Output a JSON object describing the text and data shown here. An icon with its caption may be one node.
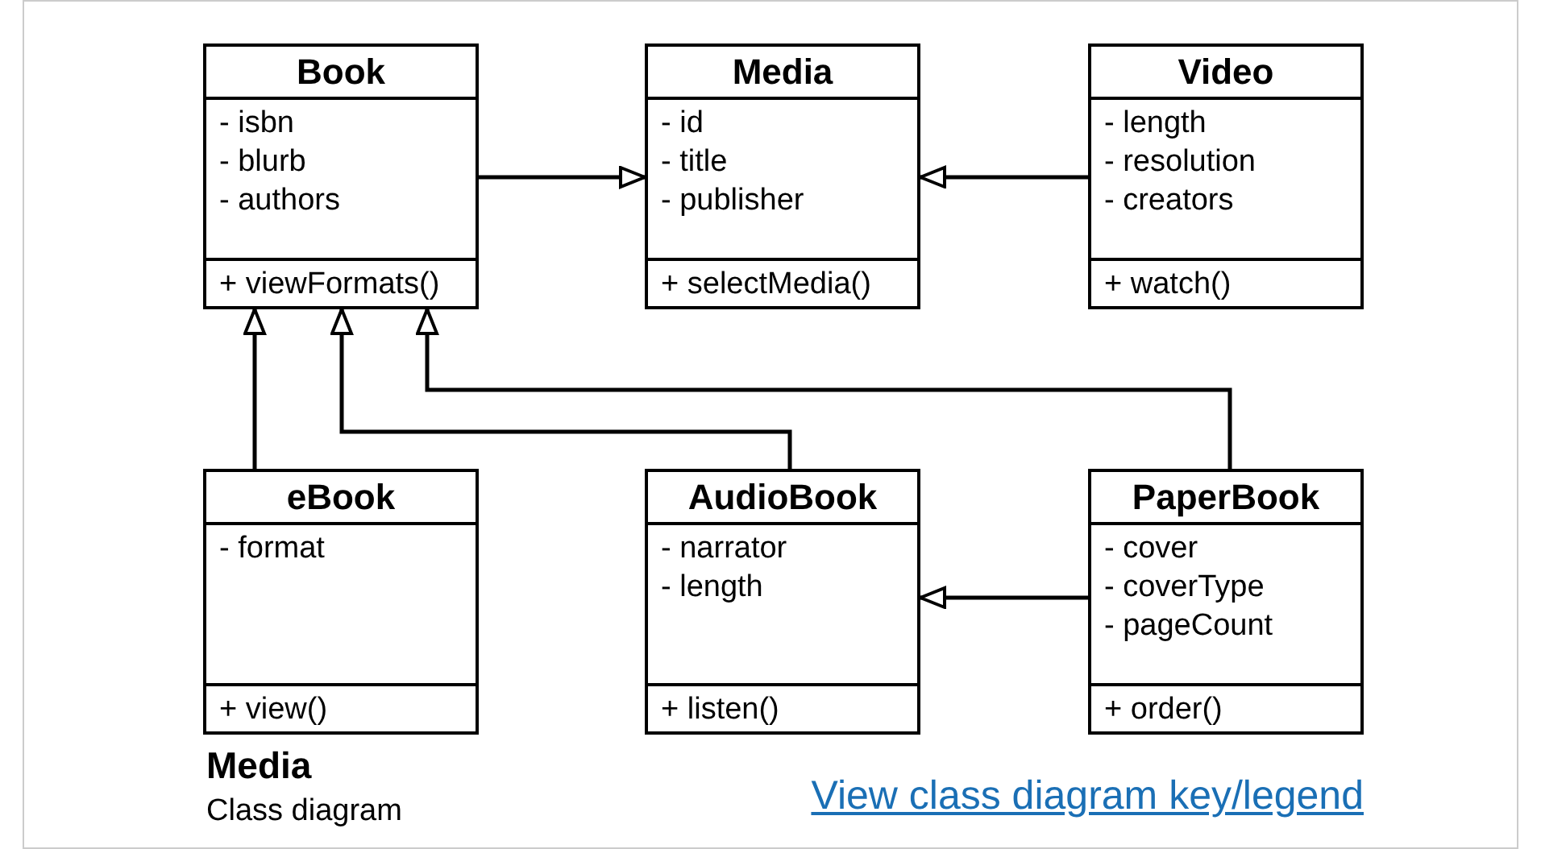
{
  "diagram": {
    "title": "Media",
    "caption": "Class diagram",
    "nodes": [
      {
        "text": [
          "Book",
          "- isbn",
          "- blurb",
          "- authors",
          "+ viewFormats()"
        ]
      },
      {
        "text": [
          "Media",
          "- id",
          "- title",
          "- publisher",
          "+ selectMedia()"
        ]
      },
      {
        "text": [
          "Video",
          "- length",
          "- resolution",
          "- creators",
          "+ watch()"
        ]
      },
      {
        "text": [
          "eBook",
          "- format",
          "+ view()"
        ]
      },
      {
        "text": [
          "AudioBook",
          "- narrator",
          "- length",
          "+ listen()"
        ]
      },
      {
        "text": [
          "PaperBook",
          "- cover",
          "- coverType",
          "- pageCount",
          "+ order()"
        ]
      }
    ],
    "edges": [
      {
        "from": 0,
        "to": 1,
        "arrow": "to"
      },
      {
        "from": 2,
        "to": 1,
        "arrow": "to"
      },
      {
        "from": 3,
        "to": 0,
        "arrow": "to"
      },
      {
        "from": 4,
        "to": 0,
        "arrow": "to"
      },
      {
        "from": 5,
        "to": 0,
        "arrow": "to"
      },
      {
        "from": 5,
        "to": 4,
        "arrow": "to"
      }
    ],
    "labels": [
      "View class diagram key/legend"
    ]
  }
}
